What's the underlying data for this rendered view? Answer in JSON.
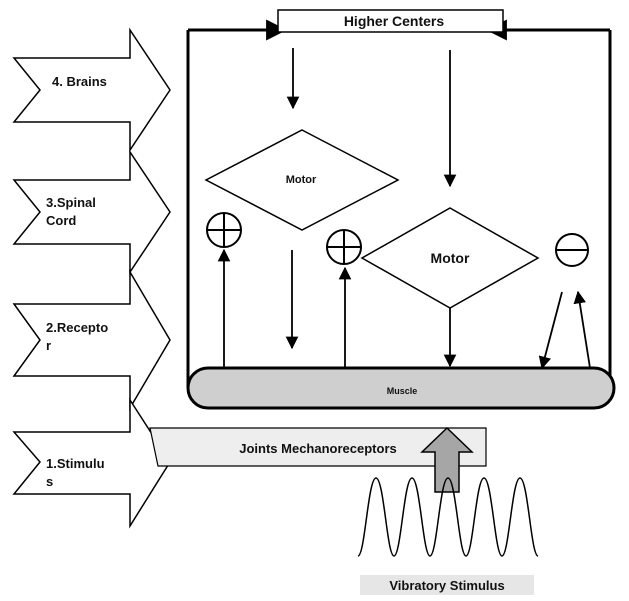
{
  "diagram": {
    "steps": [
      {
        "label_lines": [
          "4. Brains"
        ]
      },
      {
        "label_lines": [
          "3.Spinal",
          "Cord"
        ]
      },
      {
        "label_lines": [
          "2.Recepto",
          "r"
        ]
      },
      {
        "label_lines": [
          "1.Stimulu",
          "s"
        ]
      }
    ],
    "higher_centers": "Higher Centers",
    "motor_upper": "Motor",
    "motor_lower": "Motor",
    "muscle": "Muscle",
    "mechanoreceptors": "Joints Mechanoreceptors",
    "vibratory": "Vibratory Stimulus",
    "signs": {
      "plus": "+",
      "minus": "−"
    },
    "colors": {
      "stroke": "#000000",
      "muscle_fill": "#cfcfcf",
      "receptor_bar_fill": "#eeeeee",
      "big_arrow_fill": "#a6a6a6",
      "caption_bg": "#e6e6e6"
    }
  }
}
